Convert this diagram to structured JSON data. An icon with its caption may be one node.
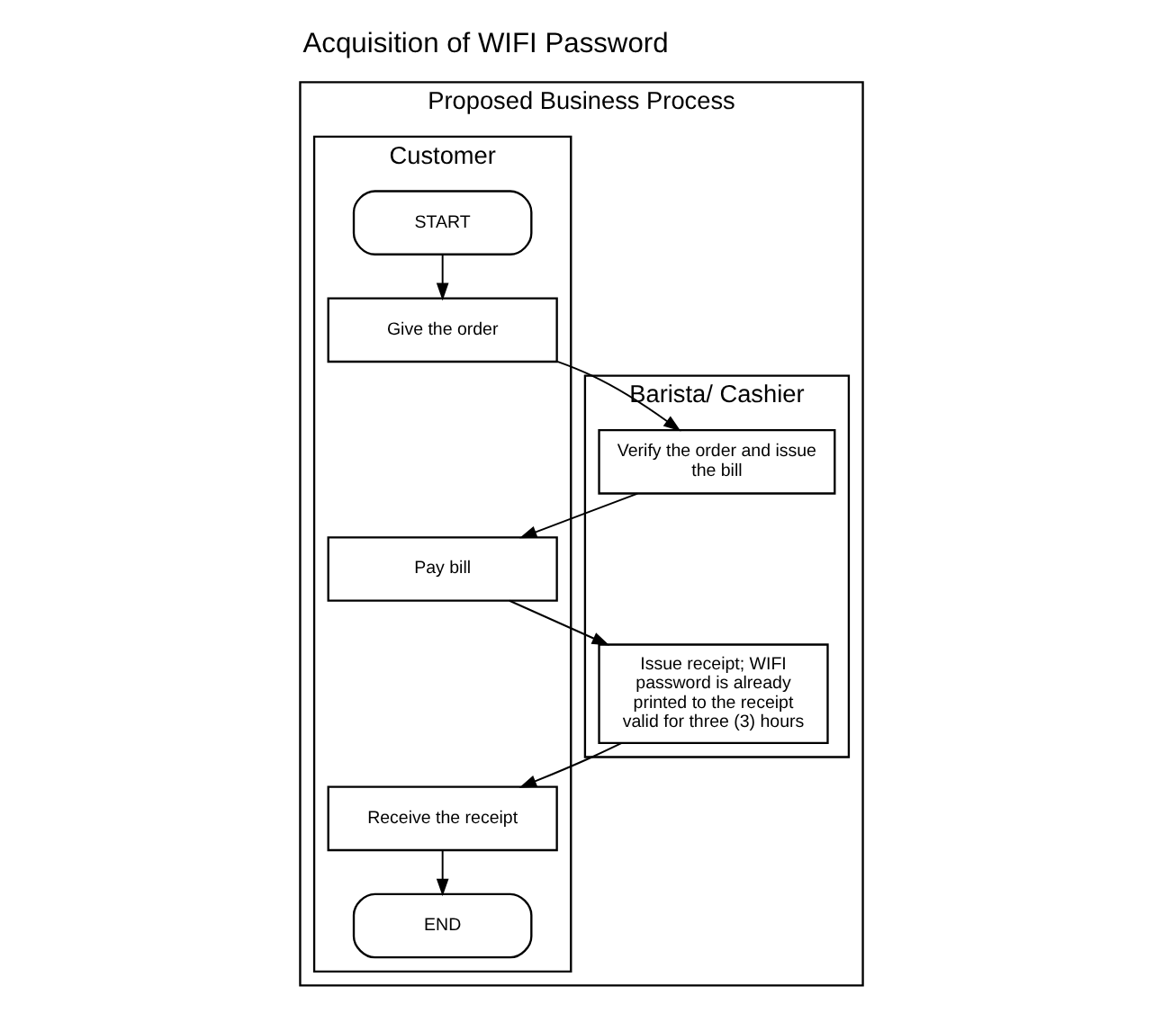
{
  "diagram": {
    "title": "Acquisition of WIFI Password",
    "nodes": [
      {
        "text": [
          "Proposed Business Process"
        ]
      },
      {
        "text": [
          "Customer"
        ],
        "in": 0
      },
      {
        "text": [
          "Barista/ Cashier"
        ],
        "in": 0
      },
      {
        "text": [
          "START"
        ],
        "in": 1
      },
      {
        "text": [
          "Give the order"
        ],
        "in": 1
      },
      {
        "text": [
          "Verify the order and issue the bill"
        ],
        "in": 2
      },
      {
        "text": [
          "Pay bill"
        ],
        "in": 1
      },
      {
        "text": [
          "Issue receipt; WIFI password is already printed to the receipt valid for three (3) hours"
        ],
        "in": 2
      },
      {
        "text": [
          "Receive the receipt"
        ],
        "in": 1
      },
      {
        "text": [
          "END"
        ],
        "in": 1
      }
    ],
    "edges": [
      {
        "from": 3,
        "to": 4,
        "arrow": "to"
      },
      {
        "from": 4,
        "to": 5,
        "arrow": "to"
      },
      {
        "from": 5,
        "to": 6,
        "arrow": "to"
      },
      {
        "from": 6,
        "to": 7,
        "arrow": "to"
      },
      {
        "from": 7,
        "to": 8,
        "arrow": "to"
      },
      {
        "from": 8,
        "to": 9,
        "arrow": "to"
      }
    ]
  }
}
